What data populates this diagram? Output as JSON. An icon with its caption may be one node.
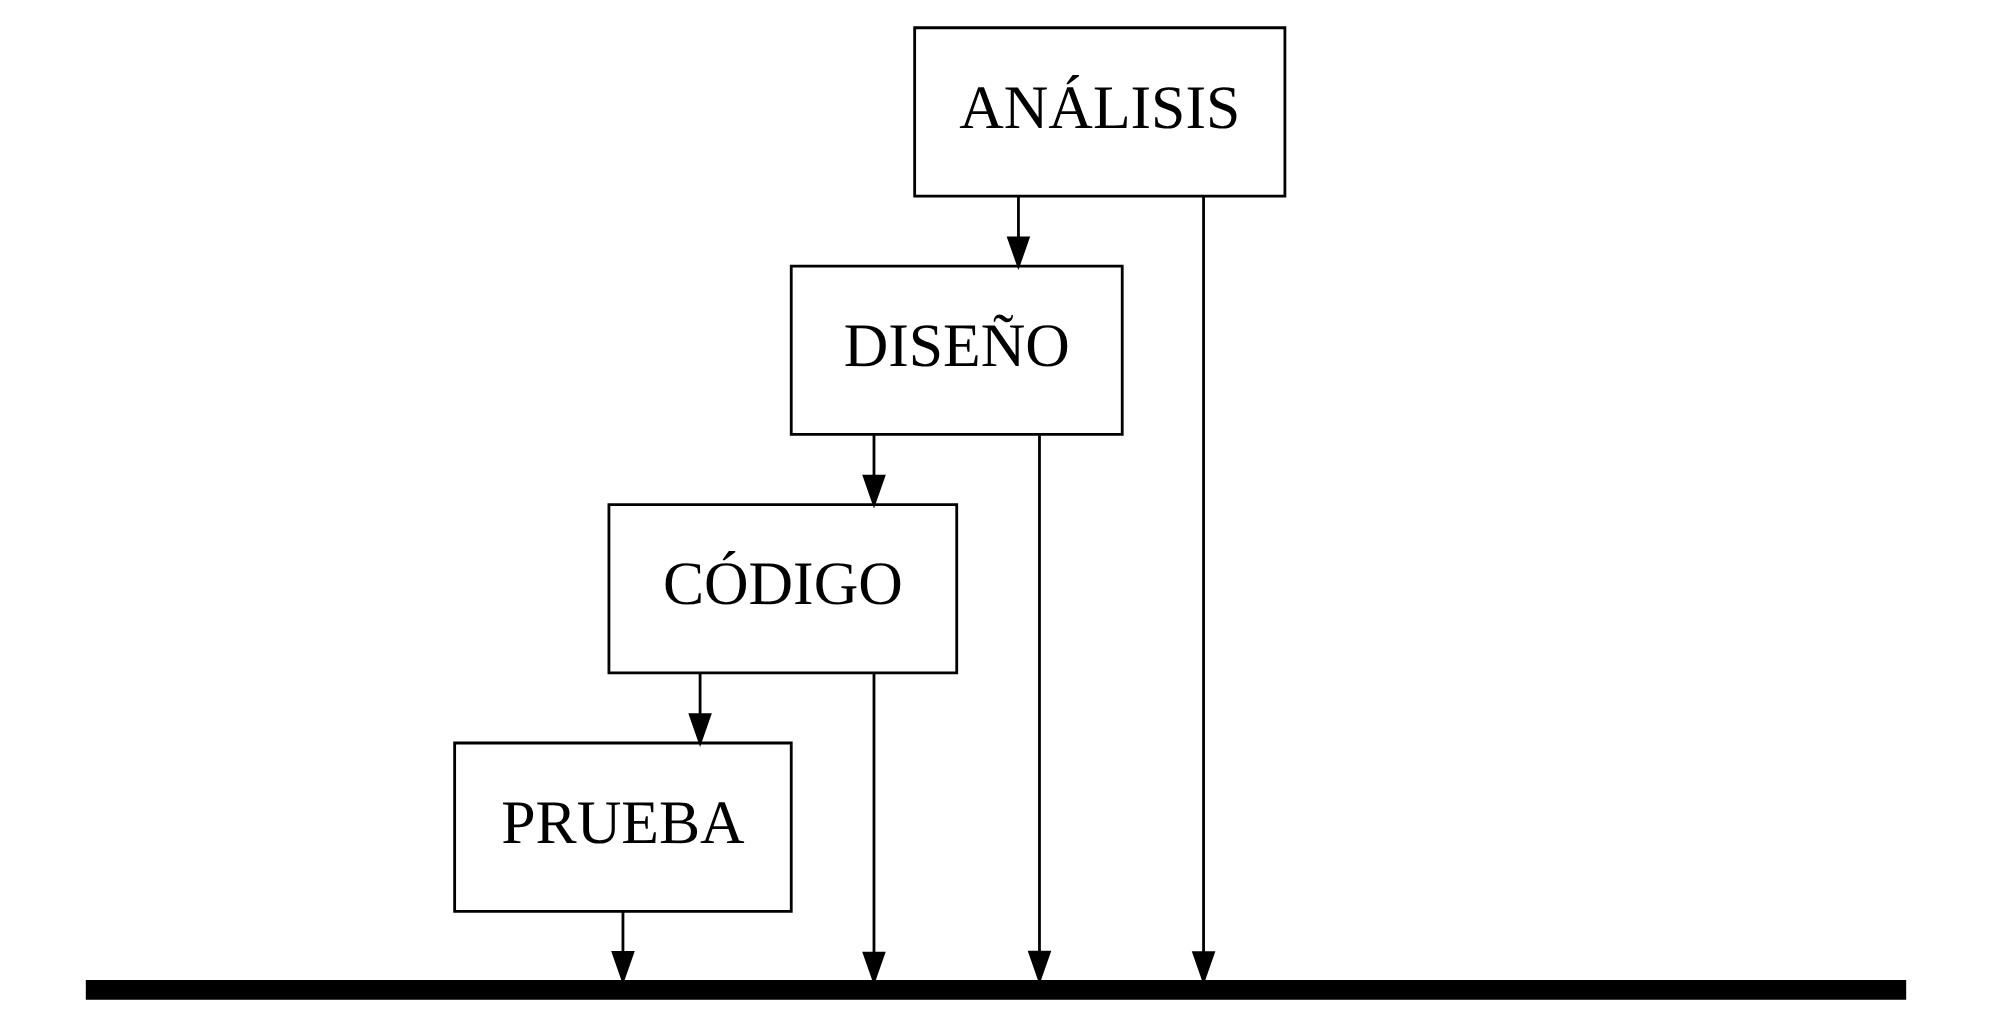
{
  "diagram": {
    "nodes": [
      {
        "text": [
          "ANÁLISIS"
        ]
      },
      {
        "text": [
          "DISEÑO"
        ]
      },
      {
        "text": [
          "CÓDIGO"
        ]
      },
      {
        "text": [
          "PRUEBA"
        ]
      },
      {
        "text": [],
        "shape": "bar"
      }
    ],
    "edges": [
      {
        "from": 0,
        "to": 1,
        "arrow": "to"
      },
      {
        "from": 1,
        "to": 2,
        "arrow": "to"
      },
      {
        "from": 2,
        "to": 3,
        "arrow": "to"
      },
      {
        "from": 0,
        "to": 4,
        "arrow": "to"
      },
      {
        "from": 1,
        "to": 4,
        "arrow": "to"
      },
      {
        "from": 2,
        "to": 4,
        "arrow": "to"
      },
      {
        "from": 3,
        "to": 4,
        "arrow": "to"
      }
    ]
  }
}
